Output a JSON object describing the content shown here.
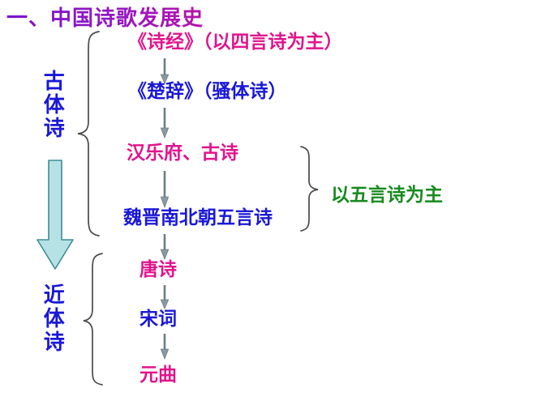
{
  "slide": {
    "title": "一、中国诗歌发展史",
    "background_color": "#FFFFFF"
  },
  "colors": {
    "title_purple": "#8A18C8",
    "magenta": "#E0148C",
    "blue": "#1A17D8",
    "green": "#168A1C",
    "arrow_gray": "#6E7C85",
    "big_arrow_fill": "#B6E2E6",
    "big_arrow_stroke": "#3D8C96",
    "brace_gray": "#4A4A4A"
  },
  "side_labels": {
    "ancient": "古体诗",
    "modern": "近体诗"
  },
  "big_arrow": {
    "name": "downward-progression-arrow",
    "direction": "down"
  },
  "chain": [
    {
      "id": "shijing",
      "text": "《诗经》（以四言诗为主）",
      "color": "magenta"
    },
    {
      "id": "chuci",
      "text": "《楚辞》（骚体诗）",
      "color": "blue"
    },
    {
      "id": "hanyuefu",
      "text": "汉乐府、古诗",
      "color": "magenta"
    },
    {
      "id": "weijin",
      "text": "魏晋南北朝五言诗",
      "color": "blue"
    },
    {
      "id": "tangshi",
      "text": "唐诗",
      "color": "magenta"
    },
    {
      "id": "songci",
      "text": "宋词",
      "color": "blue"
    },
    {
      "id": "yuanqu",
      "text": "元曲",
      "color": "magenta"
    }
  ],
  "annotation": {
    "five_char": "以五言诗为主"
  }
}
